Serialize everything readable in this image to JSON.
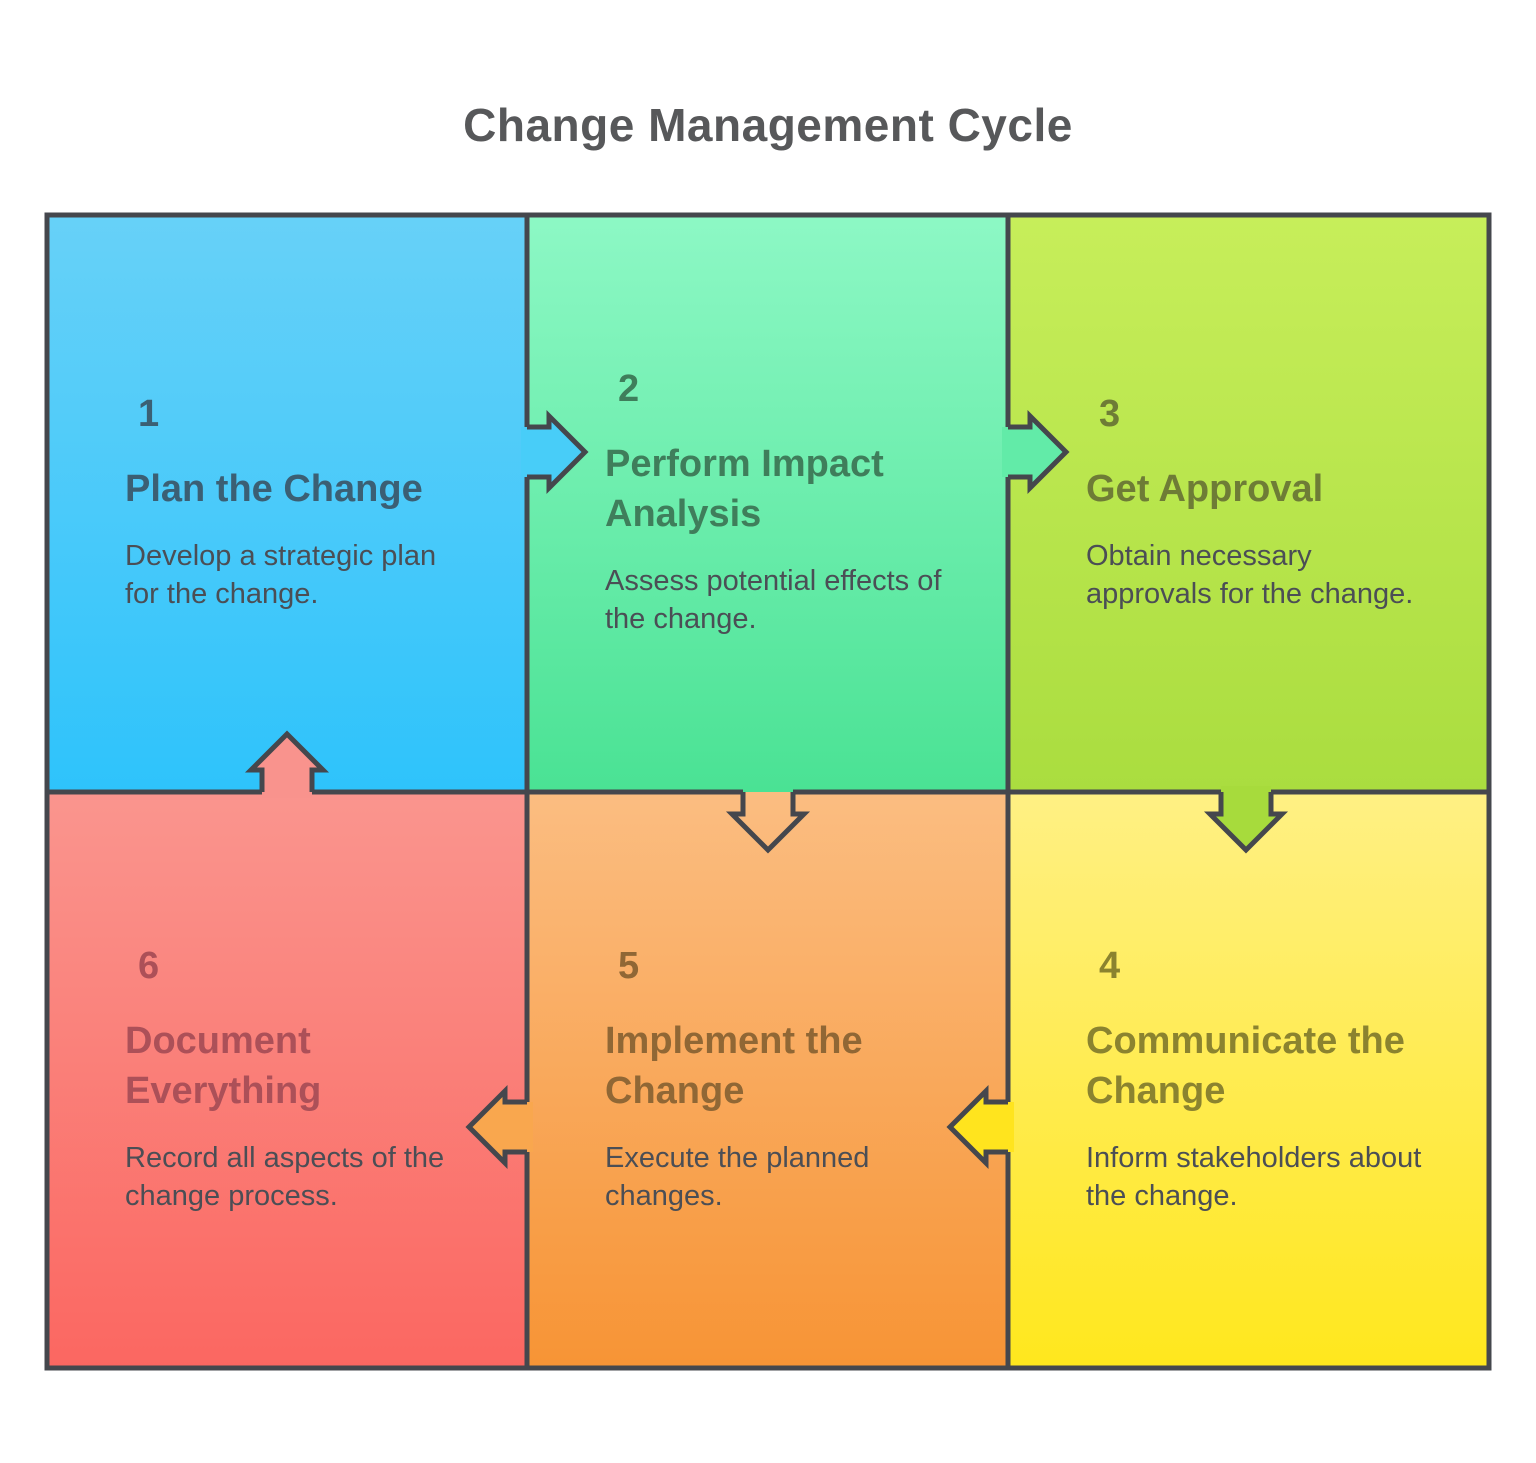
{
  "title": "Change Management Cycle",
  "title_color": "#57585a",
  "border_color": "#45474d",
  "description_color": "#4b4e55",
  "blocks": [
    {
      "number": "1",
      "title": "Plan the Change",
      "description": "Develop a strategic plan for the change.",
      "color_top": "#67d1f8",
      "color_bottom": "#2ec3fb",
      "heading_color": "#3b5f74",
      "arrow_color": "#48cdf8"
    },
    {
      "number": "2",
      "title": "Perform Impact Analysis",
      "description": "Assess potential effects of the change.",
      "color_top": "#8df8c5",
      "color_bottom": "#4ae294",
      "heading_color": "#3f7e5b",
      "arrow_color": "#62eba8"
    },
    {
      "number": "3",
      "title": "Get Approval",
      "description": "Obtain necessary approvals for the change.",
      "color_top": "#c7ee5a",
      "color_bottom": "#aadd3f",
      "heading_color": "#6e7c36",
      "arrow_color": "#a7db3c"
    },
    {
      "number": "4",
      "title": "Communicate the Change",
      "description": "Inform stakeholders about the change.",
      "color_top": "#fff084",
      "color_bottom": "#ffe71d",
      "heading_color": "#8b832f",
      "arrow_color": "#ffe41e"
    },
    {
      "number": "5",
      "title": "Implement the Change",
      "description": "Execute the planned changes.",
      "color_top": "#fbbd81",
      "color_bottom": "#f79435",
      "heading_color": "#906735",
      "arrow_color": "#f9a74e"
    },
    {
      "number": "6",
      "title": "Document Everything",
      "description": "Record all aspects of the change process.",
      "color_top": "#fa958e",
      "color_bottom": "#fb6761",
      "heading_color": "#ac5058",
      "arrow_color": "#f9938d"
    }
  ]
}
